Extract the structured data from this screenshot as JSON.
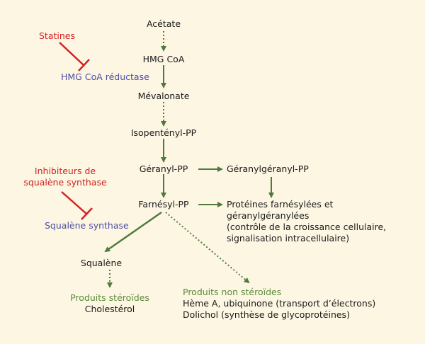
{
  "colors": {
    "background": "#fdf6e3",
    "arrow": "#4f7a3c",
    "inhibitor": "#d42020",
    "enzyme": "#4d4ea3",
    "category": "#5c8a3a",
    "text": "#1a1a1a"
  },
  "pathway": {
    "acetate": "Acétate",
    "hmg_coa": "HMG CoA",
    "mevalonate": "Mévalonate",
    "isopentenyl_pp": "Isopentényl-PP",
    "geranyl_pp": "Géranyl-PP",
    "geranylgeranyl_pp": "Géranylgéranyl-PP",
    "farnesyl_pp": "Farnésyl-PP",
    "squalene": "Squalène"
  },
  "proteins": {
    "line1": "Protéines farnésylées et",
    "line2": "géranylgéranylées",
    "line3": "(contrôle de la croissance cellulaire,",
    "line4": "signalisation intracellulaire)"
  },
  "inhibitors": {
    "statines": "Statines",
    "squalene_inhibitor_line1": "Inhibiteurs de",
    "squalene_inhibitor_line2": "squalène synthase"
  },
  "enzymes": {
    "hmg_coa_reductase": "HMG CoA réductase",
    "squalene_synthase": "Squalène synthase"
  },
  "products": {
    "steroid_title": "Produits stéroïdes",
    "cholesterol": "Cholestérol",
    "nonsteroid_title": "Produits non stéroïdes",
    "heme": "Hème A, ubiquinone (transport d’électrons)",
    "dolichol": "Dolichol (synthèse de glycoprotéines)"
  }
}
